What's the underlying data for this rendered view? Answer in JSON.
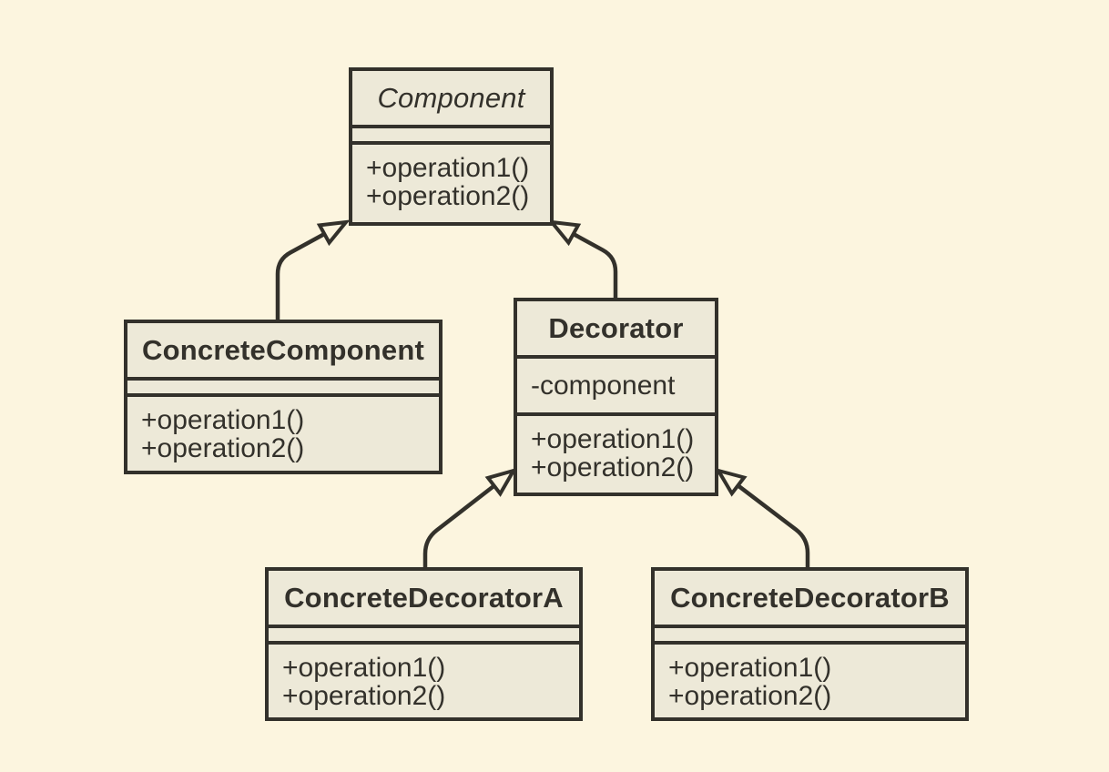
{
  "diagram": {
    "kind": "uml-class-diagram",
    "colors": {
      "background": "#FCF5DF",
      "box_fill": "#EDE9D8",
      "ink": "#33312B"
    },
    "classes": [
      {
        "name": "Component",
        "abstract": true,
        "attributes": [],
        "operations": [
          "+operation1()",
          "+operation2()"
        ]
      },
      {
        "name": "ConcreteComponent",
        "abstract": false,
        "attributes": [],
        "operations": [
          "+operation1()",
          "+operation2()"
        ]
      },
      {
        "name": "Decorator",
        "abstract": false,
        "attributes": [
          "-component"
        ],
        "operations": [
          "+operation1()",
          "+operation2()"
        ]
      },
      {
        "name": "ConcreteDecoratorA",
        "abstract": false,
        "attributes": [],
        "operations": [
          "+operation1()",
          "+operation2()"
        ]
      },
      {
        "name": "ConcreteDecoratorB",
        "abstract": false,
        "attributes": [],
        "operations": [
          "+operation1()",
          "+operation2()"
        ]
      }
    ],
    "relationships": [
      {
        "type": "generalization",
        "from": "ConcreteComponent",
        "to": "Component"
      },
      {
        "type": "generalization",
        "from": "Decorator",
        "to": "Component"
      },
      {
        "type": "generalization",
        "from": "ConcreteDecoratorA",
        "to": "Decorator"
      },
      {
        "type": "generalization",
        "from": "ConcreteDecoratorB",
        "to": "Decorator"
      }
    ]
  }
}
